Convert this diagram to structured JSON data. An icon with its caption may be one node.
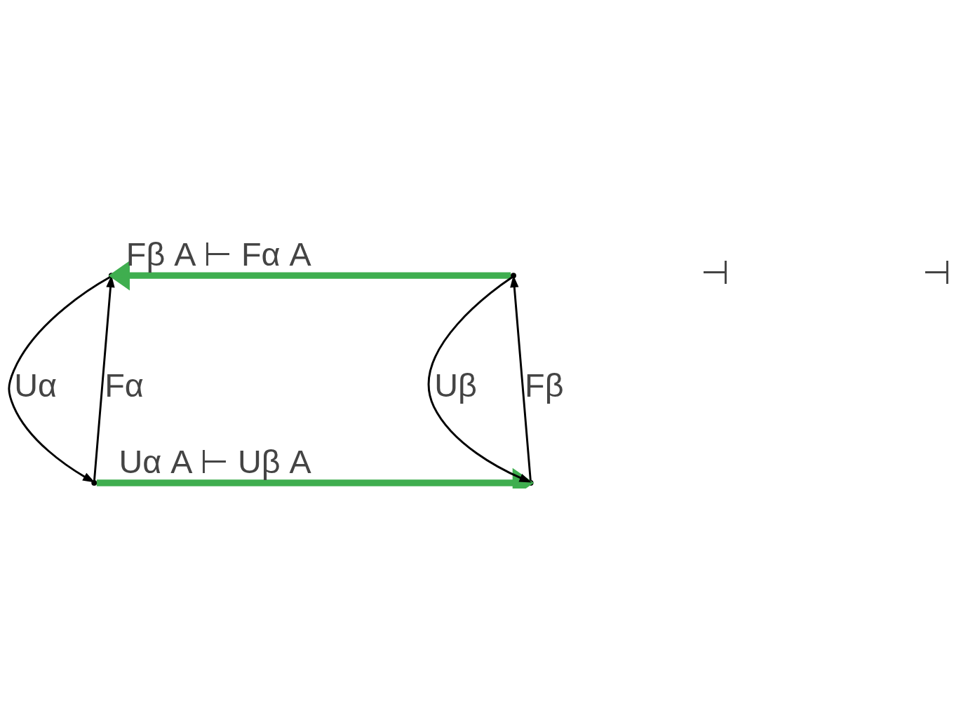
{
  "diagram": {
    "nodes": [
      {
        "text": [],
        "shape": "point"
      },
      {
        "text": [],
        "shape": "point"
      },
      {
        "text": [],
        "shape": "point"
      },
      {
        "text": [],
        "shape": "point"
      }
    ],
    "edges": [
      {
        "from": 1,
        "to": 0,
        "arrow": "to",
        "label": "Fα"
      },
      {
        "from": 0,
        "to": 1,
        "arrow": "to",
        "label": "Uα"
      },
      {
        "from": 3,
        "to": 2,
        "arrow": "to",
        "label": "Fβ"
      },
      {
        "from": 2,
        "to": 3,
        "arrow": "to",
        "label": "Uβ"
      },
      {
        "from": 2,
        "to": 0,
        "arrow": "to",
        "label": "Fβ A ⊢ Fα A",
        "style": "thick",
        "color": "#3fae4f"
      },
      {
        "from": 1,
        "to": 3,
        "arrow": "to",
        "label": "Uα A ⊢ Uβ A",
        "style": "thick",
        "color": "#3fae4f"
      }
    ],
    "labels": [
      "⊣",
      "⊣"
    ]
  }
}
